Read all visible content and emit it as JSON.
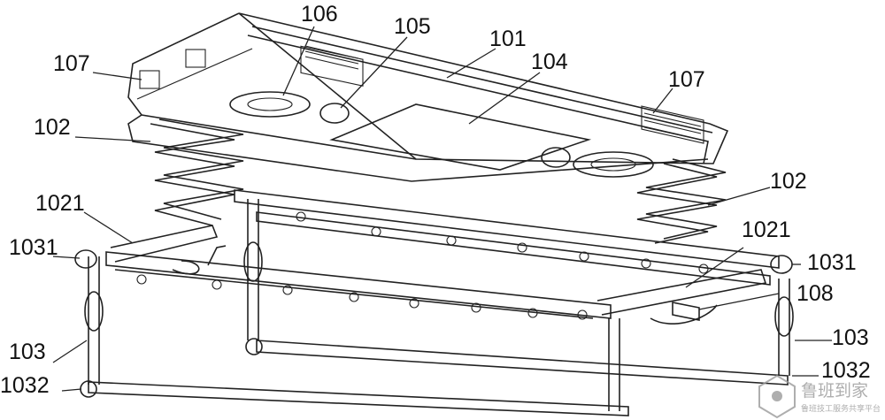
{
  "figure": {
    "labels": {
      "l101": "101",
      "l102a": "102",
      "l102b": "102",
      "l1021a": "1021",
      "l1021b": "1021",
      "l103a": "103",
      "l103b": "103",
      "l1031a": "1031",
      "l1031b": "1031",
      "l1032a": "1032",
      "l1032b": "1032",
      "l104": "104",
      "l105": "105",
      "l106": "106",
      "l107a": "107",
      "l107b": "107",
      "l108": "108"
    }
  },
  "watermark": {
    "brand": "鲁班到家",
    "tagline": "鲁班技工服务共享平台"
  }
}
